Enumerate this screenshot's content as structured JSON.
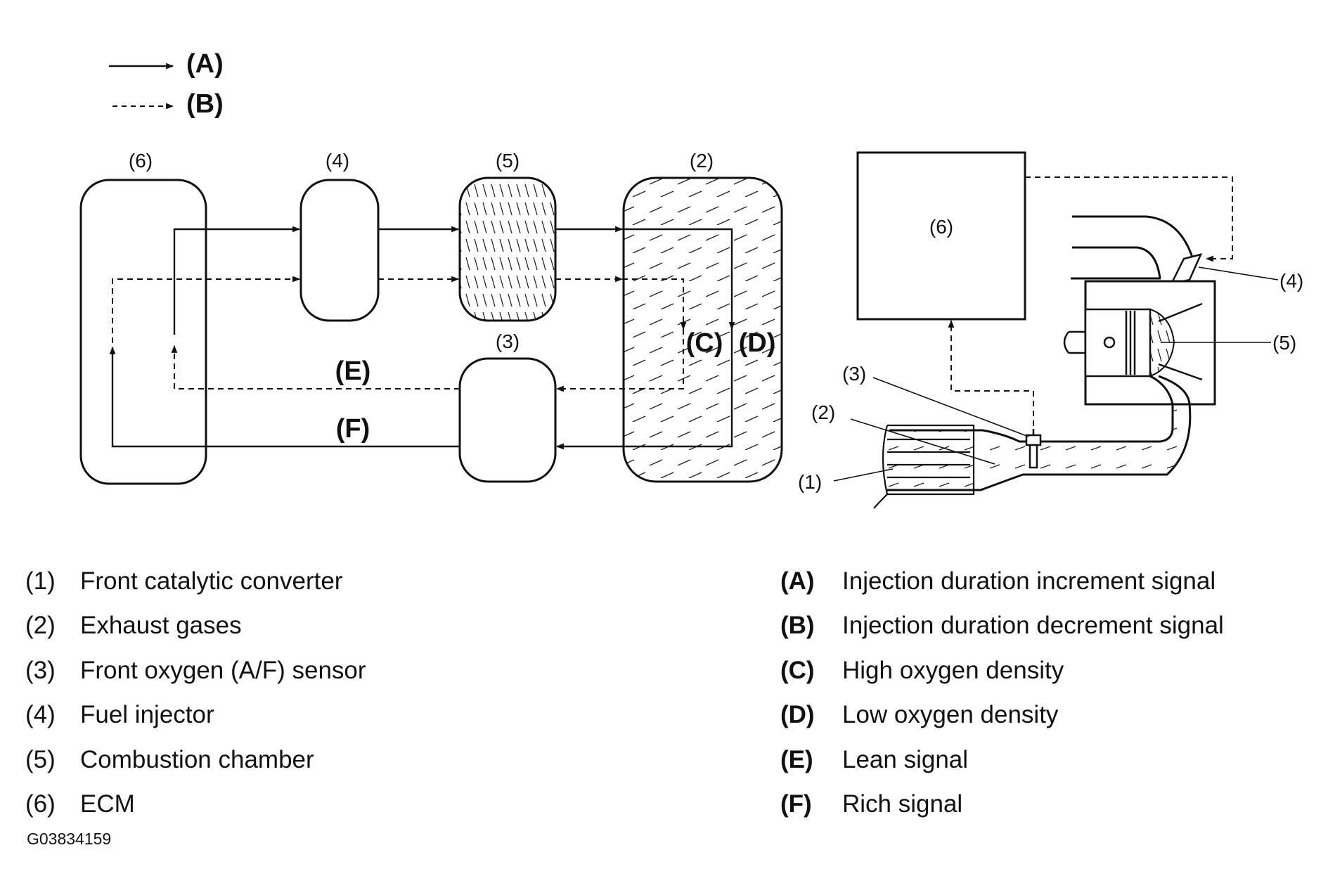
{
  "legend_keys": [
    {
      "code": "(A)",
      "line": "solid"
    },
    {
      "code": "(B)",
      "line": "dashed"
    }
  ],
  "block_diagram": {
    "boxes": [
      {
        "id": "6",
        "label": "(6)"
      },
      {
        "id": "4",
        "label": "(4)"
      },
      {
        "id": "5",
        "label": "(5)"
      },
      {
        "id": "2",
        "label": "(2)"
      },
      {
        "id": "3",
        "label": "(3)"
      }
    ],
    "signal_labels": {
      "c": "(C)",
      "d": "(D)",
      "e": "(E)",
      "f": "(F)"
    }
  },
  "engine_diagram": {
    "ecm_label": "(6)",
    "callouts": {
      "c1": "(1)",
      "c2": "(2)",
      "c3": "(3)",
      "c4": "(4)",
      "c5": "(5)"
    }
  },
  "descriptions_left": [
    {
      "code": "(1)",
      "text": "Front catalytic converter"
    },
    {
      "code": "(2)",
      "text": "Exhaust gases"
    },
    {
      "code": "(3)",
      "text": "Front oxygen (A/F) sensor"
    },
    {
      "code": "(4)",
      "text": "Fuel injector"
    },
    {
      "code": "(5)",
      "text": "Combustion chamber"
    },
    {
      "code": "(6)",
      "text": "ECM"
    }
  ],
  "descriptions_right": [
    {
      "code": "(A)",
      "text": "Injection duration increment signal"
    },
    {
      "code": "(B)",
      "text": "Injection duration decrement signal"
    },
    {
      "code": "(C)",
      "text": "High oxygen density"
    },
    {
      "code": "(D)",
      "text": "Low oxygen density"
    },
    {
      "code": "(E)",
      "text": "Lean signal"
    },
    {
      "code": "(F)",
      "text": "Rich signal"
    }
  ],
  "figure_id": "G03834159"
}
